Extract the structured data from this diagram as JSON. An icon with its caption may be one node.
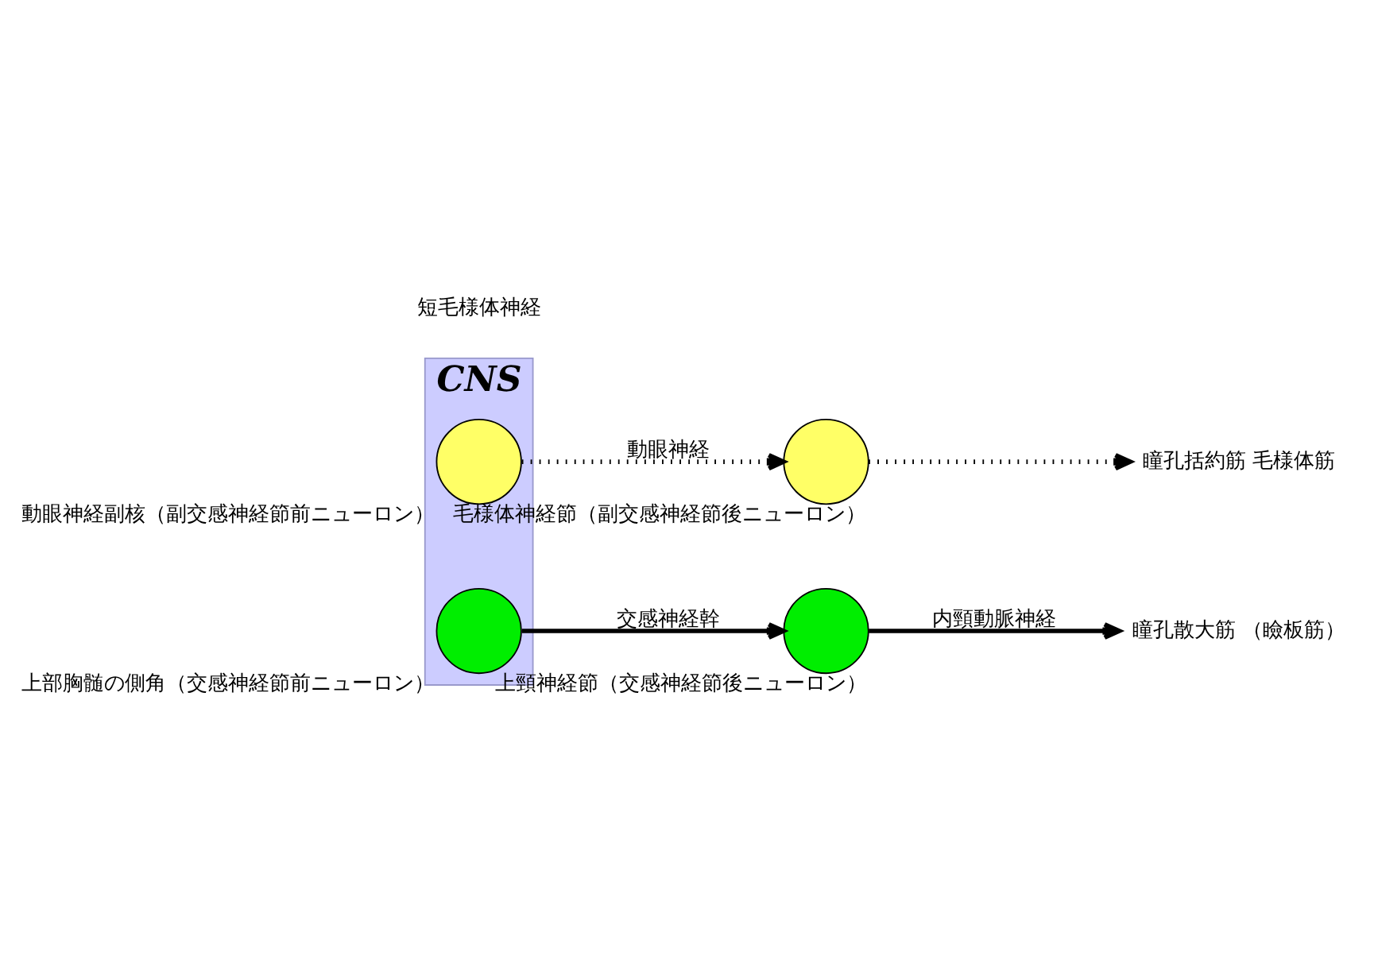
{
  "diagram": {
    "nodes": [
      {
        "text": [
          "CNS"
        ]
      },
      {
        "text": [],
        "shape": "circle",
        "in": 0,
        "beside": [
          "動眼神経副核（副交感神経節前ニューロン）"
        ]
      },
      {
        "text": [],
        "shape": "circle",
        "in": 0,
        "beside": [
          "上部胸髄の側角（交感神経節前ニューロン）"
        ]
      },
      {
        "text": [],
        "shape": "circle",
        "beside": [
          "毛様体神経節（副交感神経節後ニューロン）"
        ]
      },
      {
        "text": [
          "瞳孔括約筋 毛様体筋"
        ]
      },
      {
        "text": [
          "瞳孔散大筋 （瞼板筋）"
        ]
      },
      {
        "text": [],
        "shape": "circle",
        "beside": [
          "上頸神経節（交感神経節後ニューロン）"
        ]
      }
    ],
    "edges": [
      {
        "from": 1,
        "to": 3,
        "arrow": "to",
        "label": "動眼神経",
        "style": "dashed"
      },
      {
        "from": 3,
        "to": 4,
        "arrow": "to",
        "style": "dashed"
      },
      {
        "from": 2,
        "to": 6,
        "arrow": "to",
        "label": "交感神経幹"
      },
      {
        "from": 6,
        "to": 5,
        "arrow": "to",
        "label": "内頸動脈神経"
      }
    ],
    "labels": [
      "短毛様体神経"
    ]
  }
}
